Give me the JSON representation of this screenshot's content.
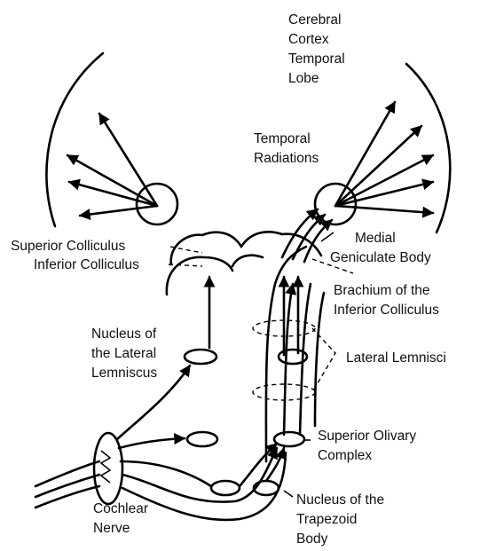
{
  "labels": {
    "cerebral_cortex": [
      "Cerebral",
      "Cortex",
      "Temporal",
      "Lobe"
    ],
    "temporal_radiations": [
      "Temporal",
      "Radiations"
    ],
    "superior_colliculus": "Superior Colliculus",
    "inferior_colliculus": "Inferior Colliculus",
    "medial_geniculate": [
      "Medial",
      "Geniculate Body"
    ],
    "brachium": [
      "Brachium of the",
      "Inferior Colliculus"
    ],
    "nucleus_lateral_lemniscus": [
      "Nucleus of",
      "the Lateral",
      "Lemniscus"
    ],
    "lateral_lemnisci": "Lateral Lemnisci",
    "superior_olivary": [
      "Superior Olivary",
      "Complex"
    ],
    "cochlear_nerve": [
      "Cochlear",
      "Nerve"
    ],
    "nucleus_trapezoid": [
      "Nucleus of the",
      "Trapezoid",
      "Body"
    ]
  }
}
